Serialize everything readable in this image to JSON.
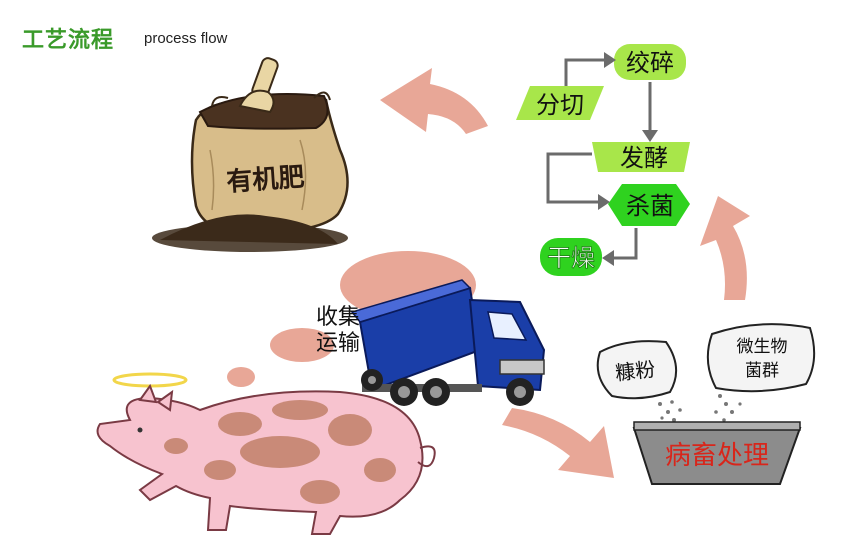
{
  "title": {
    "cn": "工艺流程",
    "en": "process flow"
  },
  "fertilizer_bag": {
    "label": "有机肥"
  },
  "flow_steps": {
    "cut": "分切",
    "crush": "绞碎",
    "ferment": "发酵",
    "sterilize": "杀菌",
    "dry": "干燥"
  },
  "truck": {
    "label_line1": "收集",
    "label_line2": "运输"
  },
  "treatment": {
    "bag_bran": "糠粉",
    "bag_microbe_line1": "微生物",
    "bag_microbe_line2": "菌群",
    "tank_label": "病畜处理"
  },
  "colors": {
    "flow_box_green": "#a8e64a",
    "dry_green": "#2fd21f",
    "arrow_salmon": "#e8a797",
    "flow_arrow_gray": "#6b6b6b",
    "title_green": "#3a9a2a",
    "tank_red": "#d8261b"
  }
}
